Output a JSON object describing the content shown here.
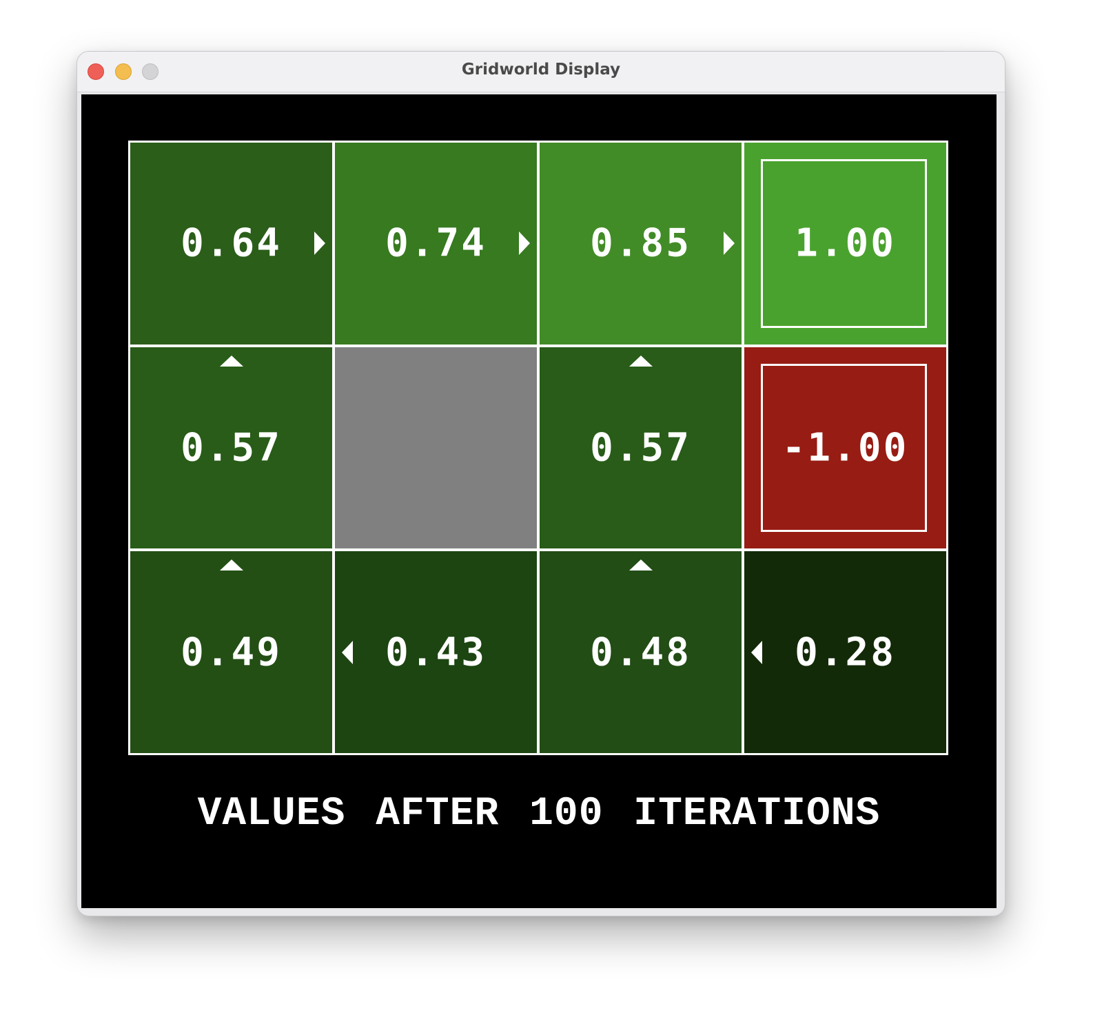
{
  "window": {
    "title": "Gridworld Display"
  },
  "caption": "VALUES AFTER 100 ITERATIONS",
  "grid": {
    "cells": [
      {
        "value": "0.64",
        "arrow": "right",
        "color": "#2b5e19",
        "terminal": false
      },
      {
        "value": "0.74",
        "arrow": "right",
        "color": "#377a20",
        "terminal": false
      },
      {
        "value": "0.85",
        "arrow": "right",
        "color": "#428c27",
        "terminal": false
      },
      {
        "value": "1.00",
        "arrow": "",
        "color": "#4aa22e",
        "terminal": true
      },
      {
        "value": "0.57",
        "arrow": "up",
        "color": "#285c18",
        "terminal": false
      },
      {
        "value": "",
        "arrow": "",
        "color": "#808080",
        "terminal": false,
        "wall": true
      },
      {
        "value": "0.57",
        "arrow": "up",
        "color": "#285c18",
        "terminal": false
      },
      {
        "value": "-1.00",
        "arrow": "",
        "color": "#971c13",
        "terminal": true
      },
      {
        "value": "0.49",
        "arrow": "up",
        "color": "#234f15",
        "terminal": false
      },
      {
        "value": "0.43",
        "arrow": "left",
        "color": "#1c4511",
        "terminal": false
      },
      {
        "value": "0.48",
        "arrow": "up",
        "color": "#224d15",
        "terminal": false
      },
      {
        "value": "0.28",
        "arrow": "left",
        "color": "#122a08",
        "terminal": false
      }
    ]
  }
}
